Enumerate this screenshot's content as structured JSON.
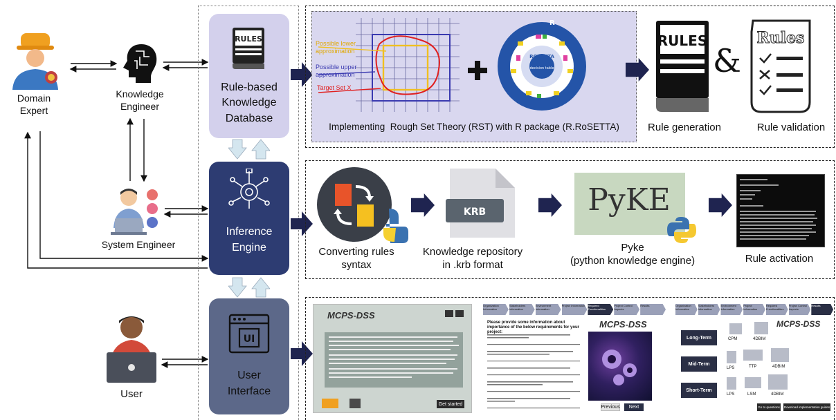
{
  "actors": {
    "domain_expert": "Domain\nExpert",
    "knowledge_engineer": "Knowledge\nEngineer",
    "system_engineer": "System Engineer",
    "user": "User"
  },
  "core": {
    "database": "Rule-based\nKnowledge\nDatabase",
    "engine": "Inference\nEngine",
    "ui": "User\nInterface"
  },
  "row1": {
    "rst_labels": {
      "lower": "Possible lower\napproximation",
      "upper": "Possible upper\napproximation",
      "target": "Target Set X"
    },
    "rosetta_letter": "R",
    "rosetta_word": "ROSETTA",
    "rosetta_center": "decision table",
    "caption": "Implementing  Rough Set Theory (RST) with R package (R.RoSETTA)",
    "rules_book": "RULES",
    "rules_sheet": "Rules",
    "ampersand": "&",
    "gen": "Rule generation",
    "val": "Rule validation"
  },
  "row2": {
    "convert": "Converting rules\nsyntax",
    "krb_badge": "KRB",
    "krb": "Knowledge repository\nin .krb format",
    "pyke_logo": "PyKE",
    "pyke": "Pyke\n(python knowledge engine)",
    "activation": "Rule activation"
  },
  "row3": {
    "s1_title": "MCPS-DSS",
    "s1_button": "Get started",
    "s2_tabs": [
      "Organization Information",
      "Stakeholders Information",
      "Environment Information",
      "Project Information",
      "Required Functionalities",
      "Project Control Aspects",
      "Results"
    ],
    "s2_heading": "Please provide some information about importance of the below requirements for your project:",
    "s2_title": "MCPS-DSS",
    "s2_prev": "Previous",
    "s2_next": "Next",
    "s3_title": "MCPS-DSS",
    "s3_rows": [
      {
        "term": "Long-Term",
        "tools": [
          "CPM",
          "4DBIM"
        ]
      },
      {
        "term": "Mid-Term",
        "tools": [
          "LPS",
          "TTP",
          "4DBIM"
        ]
      },
      {
        "term": "Short-Term",
        "tools": [
          "LPS",
          "LSM",
          "4DBIM"
        ]
      }
    ],
    "s3_btn1": "Go to questions",
    "s3_btn2": "Download implementation guides"
  },
  "colors": {
    "database": "#d3d0ec",
    "engine": "#2d3c72",
    "ui": "#5c6889",
    "arrow": "#1f2450"
  }
}
